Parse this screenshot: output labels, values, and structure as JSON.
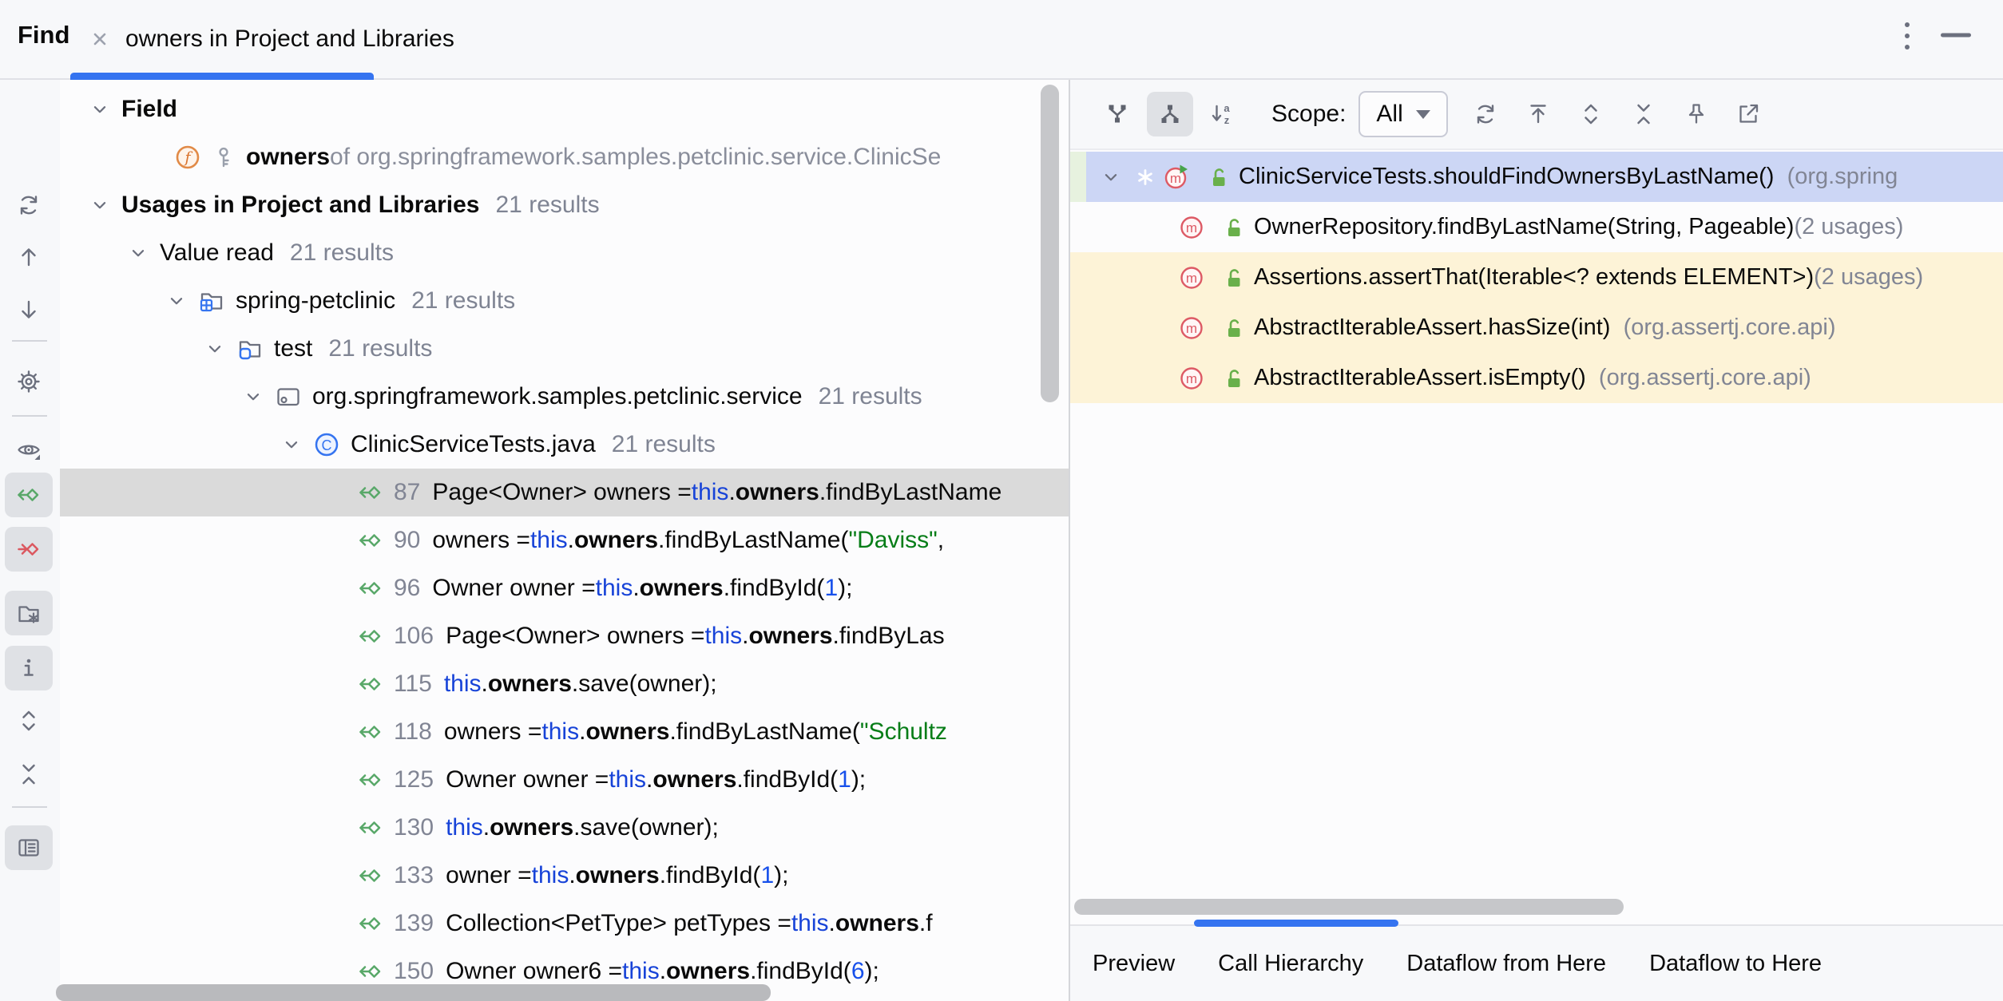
{
  "colors": {
    "accent_blue": "#3574F0",
    "left_selection": "#DADADA",
    "right_selection": "#CCD6F5",
    "library_row_bg": "#FDF3D7",
    "test_strip_green": "#E7F2DF",
    "read_access_green": "#59A869",
    "write_access_red": "#DB5860",
    "keyword_blue": "#1743D8",
    "string_green": "#067D17",
    "number_blue": "#1750EB",
    "muted_gray": "#818594",
    "icon_gray": "#6C707E"
  },
  "header": {
    "title": "Find",
    "tab": {
      "label": "owners in Project and Libraries",
      "close_icon": "close-icon"
    },
    "more_icon": "kebab-menu-icon",
    "hide_icon": "hide-icon"
  },
  "left_toolbar": {
    "items": [
      {
        "icon": "refresh-icon",
        "active": false
      },
      {
        "icon": "previous-occurrence-icon",
        "active": false
      },
      {
        "icon": "next-occurrence-icon",
        "active": false
      },
      {
        "icon": "settings-icon",
        "active": false
      },
      {
        "icon": "preview-usages-icon",
        "active": false
      },
      {
        "icon": "read-access-icon",
        "active": true
      },
      {
        "icon": "write-access-icon",
        "active": true
      },
      {
        "icon": "group-usages-icon",
        "active": true
      },
      {
        "icon": "show-info-icon",
        "active": true
      },
      {
        "icon": "expand-all-icon",
        "active": false
      },
      {
        "icon": "collapse-all-icon",
        "active": false
      },
      {
        "icon": "preview-panel-icon",
        "active": true
      }
    ]
  },
  "usages": {
    "rows": [
      {
        "pad": 37,
        "chevron": true,
        "bold": true,
        "label": "Field"
      },
      {
        "pad": 143,
        "icons": [
          "field-icon",
          "key-icon"
        ],
        "segments": [
          [
            "b",
            "owners"
          ],
          [
            "g",
            " of org.springframework.samples.petclinic.service.ClinicSe"
          ]
        ]
      },
      {
        "pad": 37,
        "chevron": true,
        "bold": true,
        "label": "Usages in Project and Libraries",
        "count": "21 results"
      },
      {
        "pad": 85,
        "chevron": true,
        "label": "Value read",
        "count": "21 results"
      },
      {
        "pad": 133,
        "chevron": true,
        "icons": [
          "module-icon"
        ],
        "label": "spring-petclinic",
        "count": "21 results"
      },
      {
        "pad": 181,
        "chevron": true,
        "icons": [
          "test-root-icon"
        ],
        "label": "test",
        "count": "21 results"
      },
      {
        "pad": 229,
        "chevron": true,
        "icons": [
          "package-icon"
        ],
        "label": "org.springframework.samples.petclinic.service",
        "count": "21 results"
      },
      {
        "pad": 277,
        "chevron": true,
        "icons": [
          "class-icon"
        ],
        "label": "ClinicServiceTests.java",
        "count": "21 results"
      },
      {
        "pad": 373,
        "icons": [
          "read-access-icon"
        ],
        "line": "87",
        "selected": true,
        "segments": [
          [
            "p",
            "Page<Owner> owners = "
          ],
          [
            "k",
            "this"
          ],
          [
            "p",
            "."
          ],
          [
            "b",
            "owners"
          ],
          [
            "p",
            ".findByLastName"
          ]
        ]
      },
      {
        "pad": 373,
        "icons": [
          "read-access-icon"
        ],
        "line": "90",
        "segments": [
          [
            "p",
            "owners = "
          ],
          [
            "k",
            "this"
          ],
          [
            "p",
            "."
          ],
          [
            "b",
            "owners"
          ],
          [
            "p",
            ".findByLastName("
          ],
          [
            "s",
            "\"Daviss\""
          ],
          [
            "p",
            ","
          ]
        ]
      },
      {
        "pad": 373,
        "icons": [
          "read-access-icon"
        ],
        "line": "96",
        "segments": [
          [
            "p",
            "Owner owner = "
          ],
          [
            "k",
            "this"
          ],
          [
            "p",
            "."
          ],
          [
            "b",
            "owners"
          ],
          [
            "p",
            ".findById("
          ],
          [
            "n",
            "1"
          ],
          [
            "p",
            ");"
          ]
        ]
      },
      {
        "pad": 373,
        "icons": [
          "read-access-icon"
        ],
        "line": "106",
        "segments": [
          [
            "p",
            "Page<Owner> owners = "
          ],
          [
            "k",
            "this"
          ],
          [
            "p",
            "."
          ],
          [
            "b",
            "owners"
          ],
          [
            "p",
            ".findByLas"
          ]
        ]
      },
      {
        "pad": 373,
        "icons": [
          "read-access-icon"
        ],
        "line": "115",
        "segments": [
          [
            "k",
            "this"
          ],
          [
            "p",
            "."
          ],
          [
            "b",
            "owners"
          ],
          [
            "p",
            ".save(owner);"
          ]
        ]
      },
      {
        "pad": 373,
        "icons": [
          "read-access-icon"
        ],
        "line": "118",
        "segments": [
          [
            "p",
            "owners = "
          ],
          [
            "k",
            "this"
          ],
          [
            "p",
            "."
          ],
          [
            "b",
            "owners"
          ],
          [
            "p",
            ".findByLastName("
          ],
          [
            "s",
            "\"Schultz"
          ]
        ]
      },
      {
        "pad": 373,
        "icons": [
          "read-access-icon"
        ],
        "line": "125",
        "segments": [
          [
            "p",
            "Owner owner = "
          ],
          [
            "k",
            "this"
          ],
          [
            "p",
            "."
          ],
          [
            "b",
            "owners"
          ],
          [
            "p",
            ".findById("
          ],
          [
            "n",
            "1"
          ],
          [
            "p",
            ");"
          ]
        ]
      },
      {
        "pad": 373,
        "icons": [
          "read-access-icon"
        ],
        "line": "130",
        "segments": [
          [
            "k",
            "this"
          ],
          [
            "p",
            "."
          ],
          [
            "b",
            "owners"
          ],
          [
            "p",
            ".save(owner);"
          ]
        ]
      },
      {
        "pad": 373,
        "icons": [
          "read-access-icon"
        ],
        "line": "133",
        "segments": [
          [
            "p",
            "owner = "
          ],
          [
            "k",
            "this"
          ],
          [
            "p",
            "."
          ],
          [
            "b",
            "owners"
          ],
          [
            "p",
            ".findById("
          ],
          [
            "n",
            "1"
          ],
          [
            "p",
            ");"
          ]
        ]
      },
      {
        "pad": 373,
        "icons": [
          "read-access-icon"
        ],
        "line": "139",
        "segments": [
          [
            "p",
            "Collection<PetType> petTypes = "
          ],
          [
            "k",
            "this"
          ],
          [
            "p",
            "."
          ],
          [
            "b",
            "owners"
          ],
          [
            "p",
            ".f"
          ]
        ]
      },
      {
        "pad": 373,
        "icons": [
          "read-access-icon"
        ],
        "line": "150",
        "segments": [
          [
            "p",
            "Owner owner6 = "
          ],
          [
            "k",
            "this"
          ],
          [
            "p",
            "."
          ],
          [
            "b",
            "owners"
          ],
          [
            "p",
            ".findById("
          ],
          [
            "n",
            "6"
          ],
          [
            "p",
            ");"
          ]
        ]
      }
    ]
  },
  "hierarchy": {
    "toolbar": {
      "left_icons": [
        {
          "icon": "callee-hierarchy-icon",
          "active": false
        },
        {
          "icon": "caller-hierarchy-icon",
          "active": true
        },
        {
          "icon": "sort-alphabetically-icon",
          "active": false
        }
      ],
      "scope_label": "Scope:",
      "scope_value": "All",
      "right_icons": [
        {
          "icon": "refresh-icon"
        },
        {
          "icon": "base-on-this-method-icon"
        },
        {
          "icon": "expand-all-icon"
        },
        {
          "icon": "collapse-all-icon"
        },
        {
          "icon": "pin-icon"
        },
        {
          "icon": "open-in-new-window-icon"
        }
      ]
    },
    "rows": [
      {
        "selected": true,
        "test_strip": true,
        "chevron": true,
        "star": true,
        "icon": "method-run-icon",
        "lock": true,
        "label": "ClinicServiceTests.shouldFindOwnersByLastName()",
        "suffix": "  (org.spring"
      },
      {
        "icon": "method-icon",
        "lock": true,
        "label": "OwnerRepository.findByLastName(String, Pageable)",
        "suffix": "(2 usages)"
      },
      {
        "library": true,
        "icon": "method-icon",
        "lock": true,
        "label": "Assertions.assertThat(Iterable<? extends ELEMENT>)",
        "suffix": "(2 usages)"
      },
      {
        "library": true,
        "icon": "method-icon",
        "lock": true,
        "label": "AbstractIterableAssert.hasSize(int)",
        "suffix": "  (org.assertj.core.api)"
      },
      {
        "library": true,
        "icon": "method-icon",
        "lock": true,
        "label": "AbstractIterableAssert.isEmpty()",
        "suffix": "  (org.assertj.core.api)"
      }
    ],
    "tabs": [
      {
        "label": "Preview",
        "active": false
      },
      {
        "label": "Call Hierarchy",
        "active": true
      },
      {
        "label": "Dataflow from Here",
        "active": false
      },
      {
        "label": "Dataflow to Here",
        "active": false
      }
    ]
  }
}
